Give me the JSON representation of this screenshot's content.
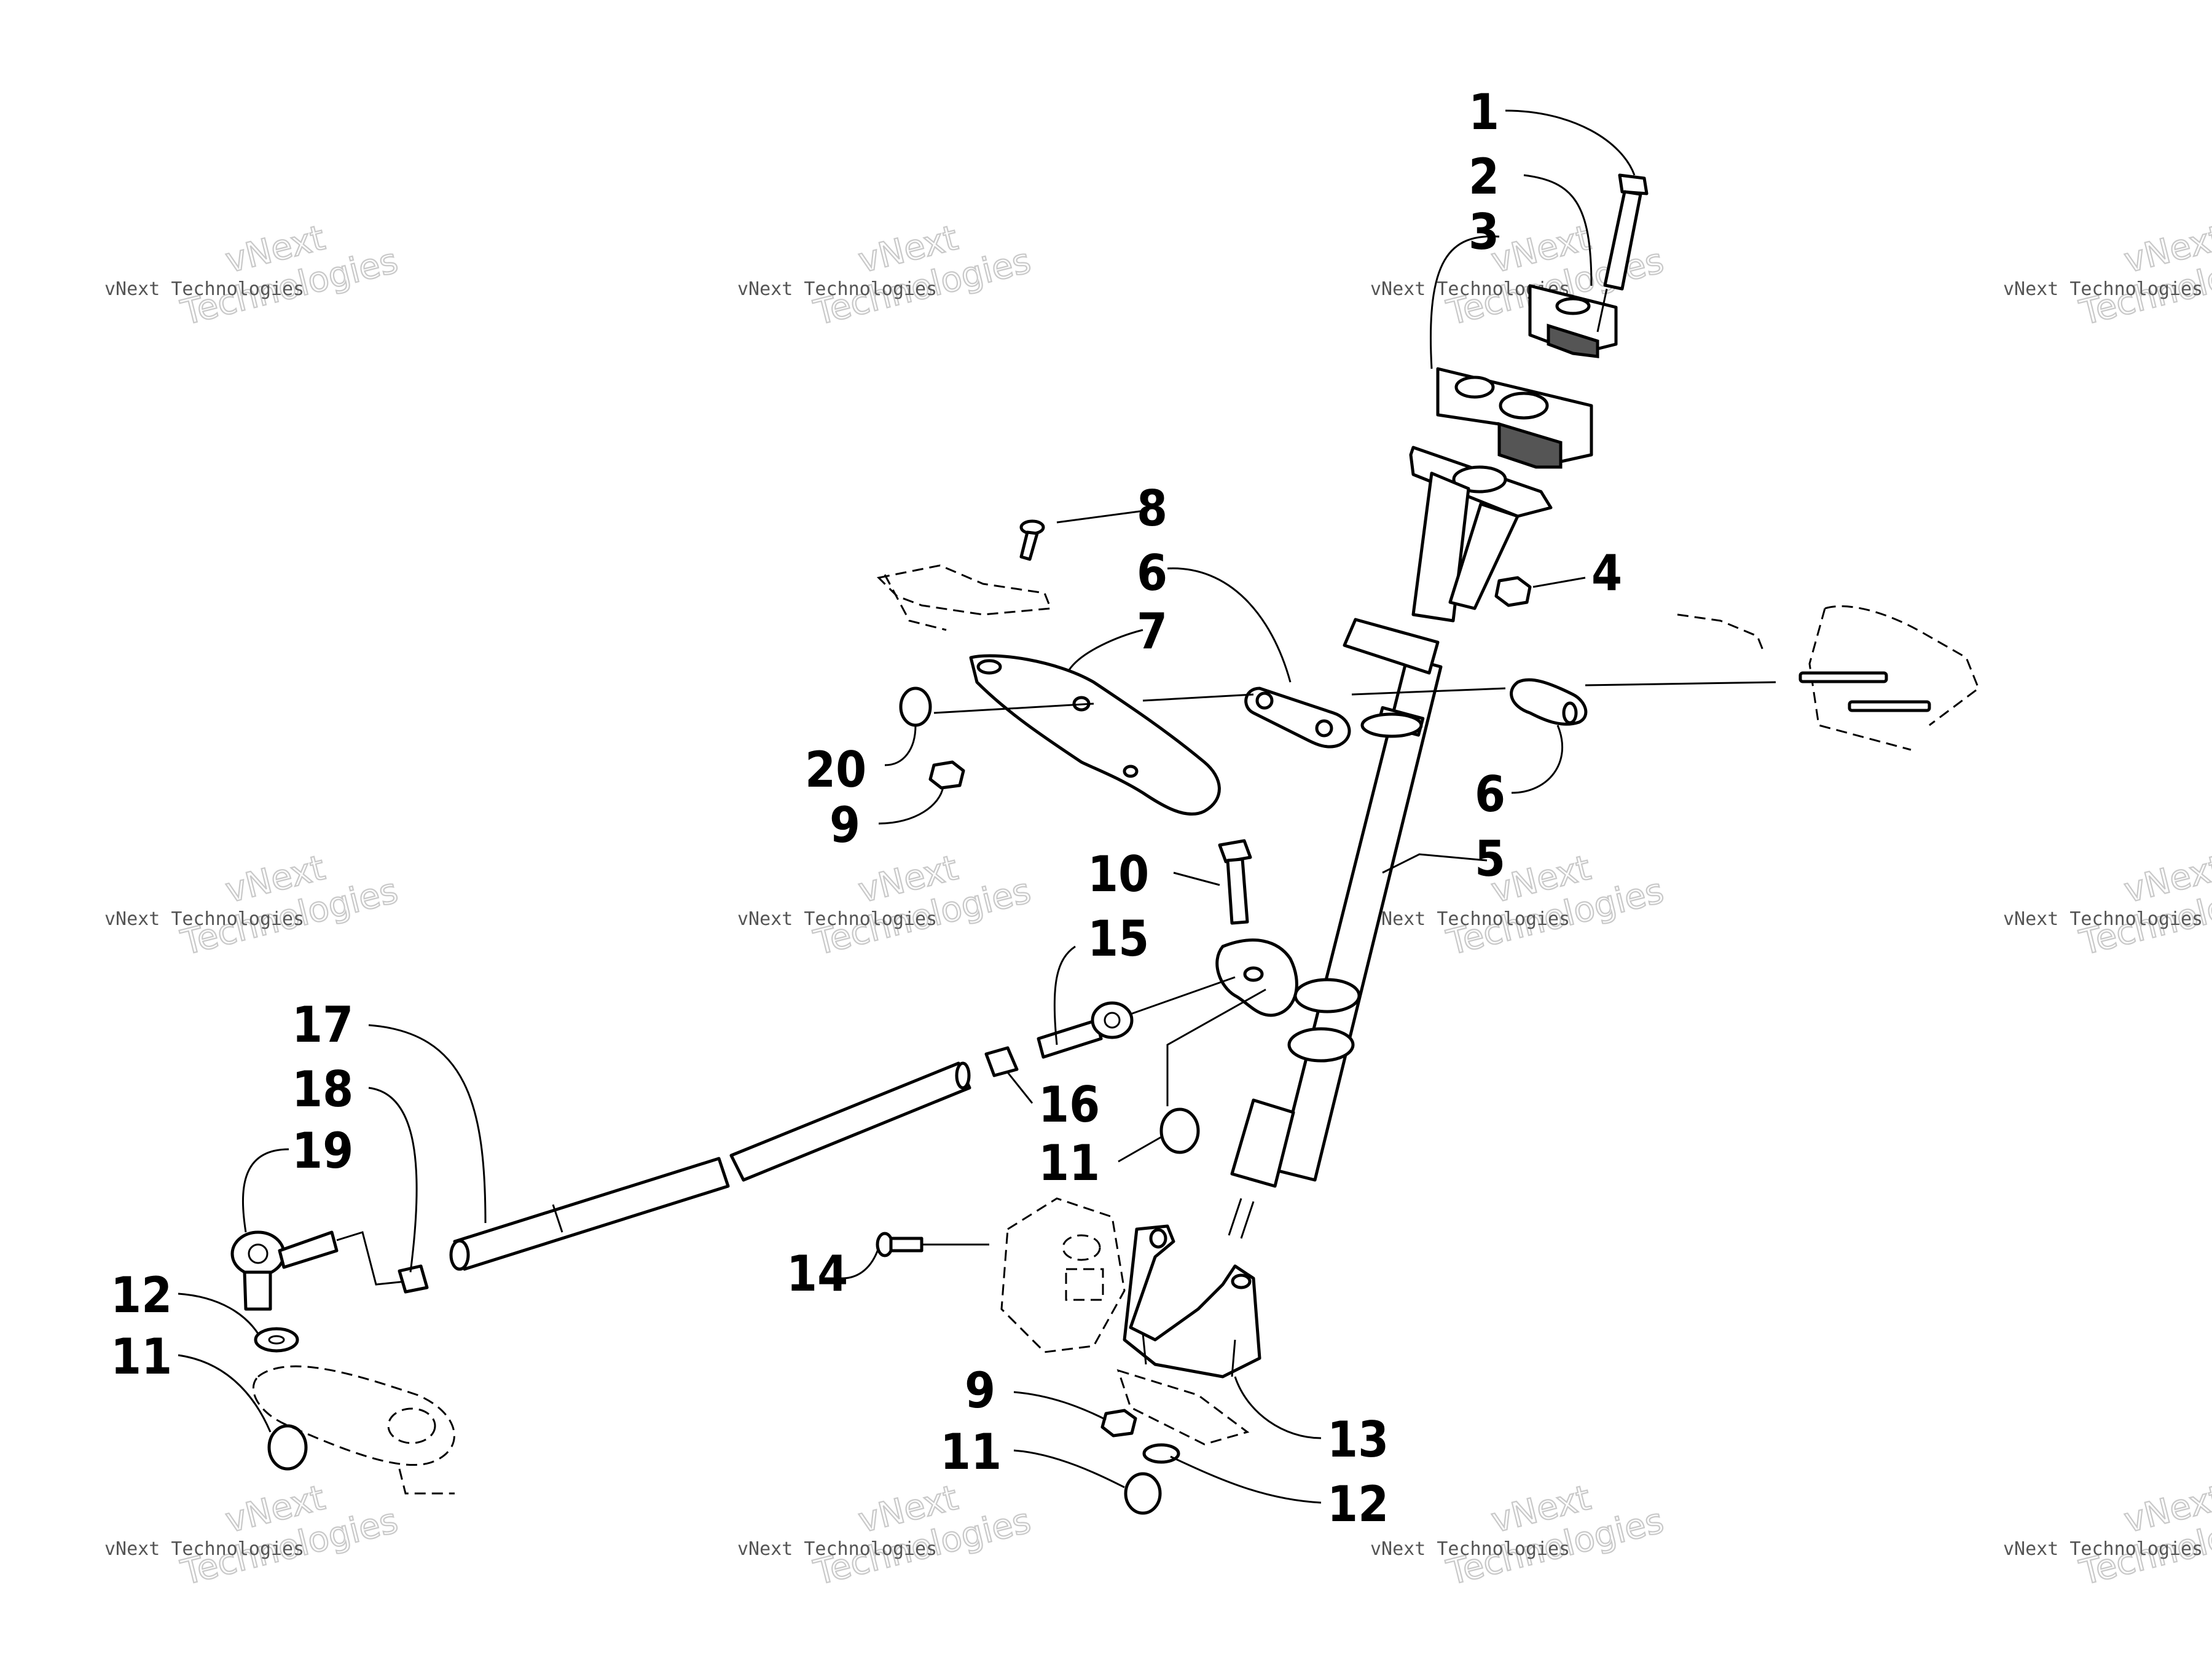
{
  "diagram": {
    "callouts": [
      {
        "id": "c1",
        "text": "1"
      },
      {
        "id": "c2",
        "text": "2"
      },
      {
        "id": "c3",
        "text": "3"
      },
      {
        "id": "c4",
        "text": "4"
      },
      {
        "id": "c5",
        "text": "5"
      },
      {
        "id": "c6a",
        "text": "6"
      },
      {
        "id": "c6b",
        "text": "6"
      },
      {
        "id": "c7",
        "text": "7"
      },
      {
        "id": "c8",
        "text": "8"
      },
      {
        "id": "c9a",
        "text": "9"
      },
      {
        "id": "c9b",
        "text": "9"
      },
      {
        "id": "c10",
        "text": "10"
      },
      {
        "id": "c11a",
        "text": "11"
      },
      {
        "id": "c11b",
        "text": "11"
      },
      {
        "id": "c11c",
        "text": "11"
      },
      {
        "id": "c12a",
        "text": "12"
      },
      {
        "id": "c12b",
        "text": "12"
      },
      {
        "id": "c13",
        "text": "13"
      },
      {
        "id": "c14",
        "text": "14"
      },
      {
        "id": "c15",
        "text": "15"
      },
      {
        "id": "c16",
        "text": "16"
      },
      {
        "id": "c17",
        "text": "17"
      },
      {
        "id": "c18",
        "text": "18"
      },
      {
        "id": "c19",
        "text": "19"
      },
      {
        "id": "c20",
        "text": "20"
      }
    ],
    "watermark": {
      "small": "vNext Technologies",
      "large": "Technologies",
      "large_top": "vNext"
    }
  }
}
